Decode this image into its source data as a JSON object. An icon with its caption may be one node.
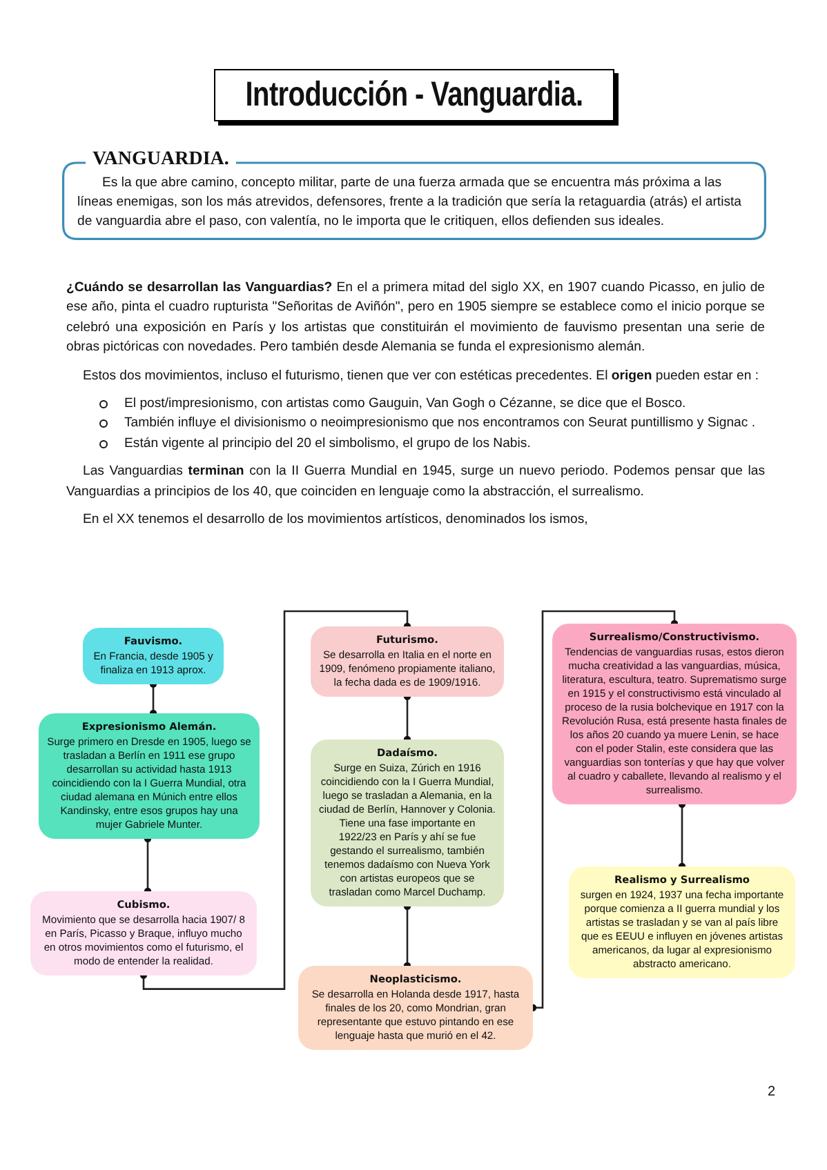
{
  "diagram": {
    "title": "Introducción - Vanguardia.",
    "nodes": [
      {
        "text": [
          "VANGUARDIA.",
          "Es la que abre camino, concepto militar, parte de una fuerza armada que se encuentra más próxima a las líneas enemigas, son los más atrevidos, defensores, frente a la tradición que sería la retaguardia (atrás) el artista de vanguardia abre el paso, con valentía, no le importa que le critiquen, ellos defienden sus ideales."
        ]
      },
      {
        "text": [
          "Fauvismo.",
          "En Francia, desde 1905 y finaliza en 1913 aprox."
        ]
      },
      {
        "text": [
          "Expresionismo Alemán.",
          "Surge primero en Dresde en 1905, luego se trasladan a Berlín en 1911 ese grupo desarrollan su actividad hasta 1913 coincidiendo con la I Guerra Mundial, otra ciudad alemana en Múnich entre ellos Kandinsky, entre esos grupos hay una mujer Gabriele Munter."
        ]
      },
      {
        "text": [
          "Cubismo.",
          "Movimiento que se desarrolla hacia 1907/ 8 en París, Picasso y Braque, influyo mucho en otros movimientos como el futurismo, el modo de entender la realidad."
        ]
      },
      {
        "text": [
          "Futurismo.",
          "Se desarrolla en Italia en el norte en 1909, fenómeno propiamente italiano, la fecha dada es de 1909/1916."
        ]
      },
      {
        "text": [
          "Dadaísmo.",
          "Surge en Suiza, Zúrich en 1916 coincidiendo con la I Guerra Mundial, luego se trasladan a Alemania, en la ciudad de Berlín, Hannover y Colonia. Tiene una fase importante en 1922/23 en París y ahí se fue gestando el surrealismo, también tenemos dadaísmo con Nueva York con artistas europeos que se trasladan como Marcel Duchamp."
        ]
      },
      {
        "text": [
          "Neoplasticismo.",
          "Se desarrolla en Holanda desde 1917, hasta finales de los 20, como Mondrian, gran representante que estuvo pintando en ese lenguaje hasta que murió en el 42."
        ]
      },
      {
        "text": [
          "Surrealismo/Constructivismo.",
          "Tendencias de vanguardias rusas, estos dieron mucha creatividad a las vanguardias, música, literatura, escultura, teatro. Suprematismo surge en 1915 y el constructivismo está vinculado al proceso de la rusia bolchevique en 1917 con la Revolución Rusa, está presente hasta finales de los años 20 cuando ya muere Lenin, se hace con el poder Stalin, este considera que las vanguardias son tonterías y que hay que volver al cuadro y caballete, llevando al realismo y el surrealismo."
        ]
      },
      {
        "text": [
          "Realismo y Surrealismo",
          "surgen en 1924, 1937 una fecha importante porque comienza a II guerra mundial y los artistas se trasladan y se van al país libre que es EEUU e influyen en jóvenes artistas americanos, da lugar al expresionismo abstracto americano."
        ]
      }
    ],
    "edges": [
      {
        "from": 1,
        "to": 2,
        "arrow": "other"
      },
      {
        "from": 2,
        "to": 3,
        "arrow": "other"
      },
      {
        "from": 3,
        "to": 4,
        "arrow": "other"
      },
      {
        "from": 4,
        "to": 5,
        "arrow": "other"
      },
      {
        "from": 5,
        "to": 6,
        "arrow": "other"
      },
      {
        "from": 6,
        "to": 7,
        "arrow": "other"
      },
      {
        "from": 7,
        "to": 8,
        "arrow": "other"
      }
    ],
    "labels": [
      "**¿Cuándo se desarrollan las Vanguardias?** En el a primera mitad del siglo XX, en 1907 cuando Picasso, en julio de ese año, pinta el cuadro rupturista \"Señoritas de Aviñón\", pero en 1905 siempre se establece como el inicio porque se celebró una exposición en París y los artistas que constituirán el movimiento de fauvismo presentan una serie de obras pictóricas con novedades. Pero también desde Alemania se funda el expresionismo alemán.",
      "Estos dos movimientos, incluso el futurismo, tienen que ver con estéticas precedentes. El **origen** pueden estar en :",
      "El post/impresionismo, con artistas como Gauguin, Van Gogh o Cézanne, se dice que el Bosco.",
      "También influye el divisionismo o neoimpresionismo que nos encontramos con Seurat puntillismo y Signac .",
      "Están vigente al principio del 20 el simbolismo, el grupo de los Nabis.",
      "Las Vanguardias **terminan** con la II Guerra Mundial en 1945, surge un nuevo periodo. Podemos pensar que las Vanguardias a principios de los 40, que coinciden en lenguaje como la abstracción, el surrealismo.",
      "En el XX tenemos el desarrollo de los movimientos artísticos, denominados los ismos,",
      "2"
    ]
  }
}
